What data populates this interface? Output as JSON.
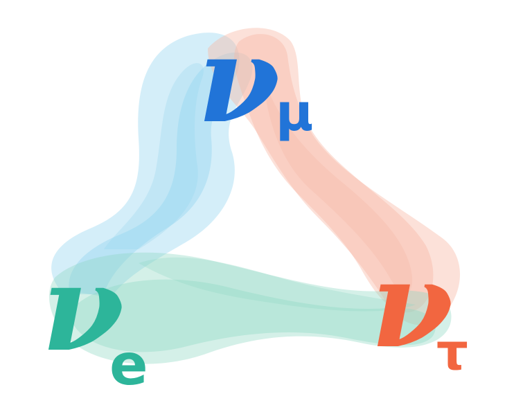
{
  "diagram": {
    "flavors": [
      {
        "id": "electron",
        "symbol": "ν",
        "subscript": "e",
        "color": "#2db59a",
        "ribbon_color": "#8fd8c2"
      },
      {
        "id": "muon",
        "symbol": "ν",
        "subscript": "μ",
        "color": "#2174d8",
        "ribbon_color": "#8ed3ee"
      },
      {
        "id": "tau",
        "symbol": "ν",
        "subscript": "τ",
        "color": "#f26640",
        "ribbon_color": "#f7b8a4"
      }
    ]
  }
}
